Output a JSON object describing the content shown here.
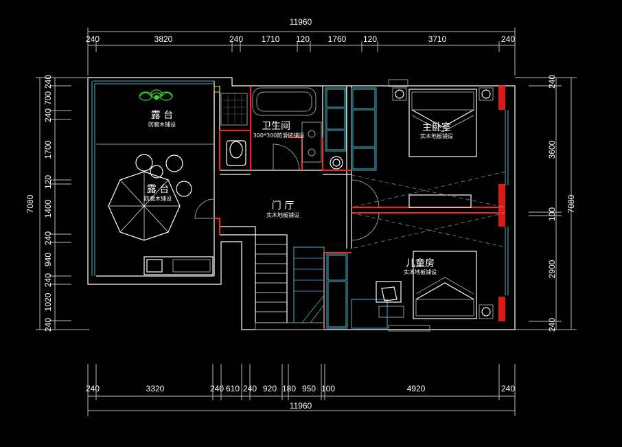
{
  "dimensions": {
    "top_total": "11960",
    "top_segments": [
      "240",
      "3820",
      "240",
      "1710",
      "120",
      "1760",
      "120",
      "3710",
      "240"
    ],
    "bottom_total": "11960",
    "bottom_segments": [
      "240",
      "3320",
      "240",
      "610",
      "240",
      "920",
      "180",
      "950",
      "100",
      "4920",
      "240"
    ],
    "left_total": "7080",
    "left_segments": [
      "240",
      "700",
      "240",
      "1700",
      "120",
      "1400",
      "240",
      "940",
      "240",
      "1020",
      "240"
    ],
    "right_total": "7080",
    "right_segments": [
      "240",
      "3600",
      "100",
      "2900",
      "240"
    ]
  },
  "rooms": {
    "terrace_top": {
      "name": "露 台",
      "finish": "防腐木铺设"
    },
    "terrace_bottom": {
      "name": "露 台",
      "finish": "防腐木铺设"
    },
    "bathroom": {
      "name": "卫生间",
      "finish": "300*300防滑砖铺设"
    },
    "hall": {
      "name": "门 厅",
      "finish": "实木地板铺设"
    },
    "master_bedroom": {
      "name": "主卧室",
      "finish": "实木地板铺设"
    },
    "kids_room": {
      "name": "儿童房",
      "finish": "实木地板铺设"
    }
  },
  "colors": {
    "wall": "#ffffff",
    "window": "#46b7c8",
    "red_wall": "#ff2020",
    "plant": "#38d12a"
  }
}
